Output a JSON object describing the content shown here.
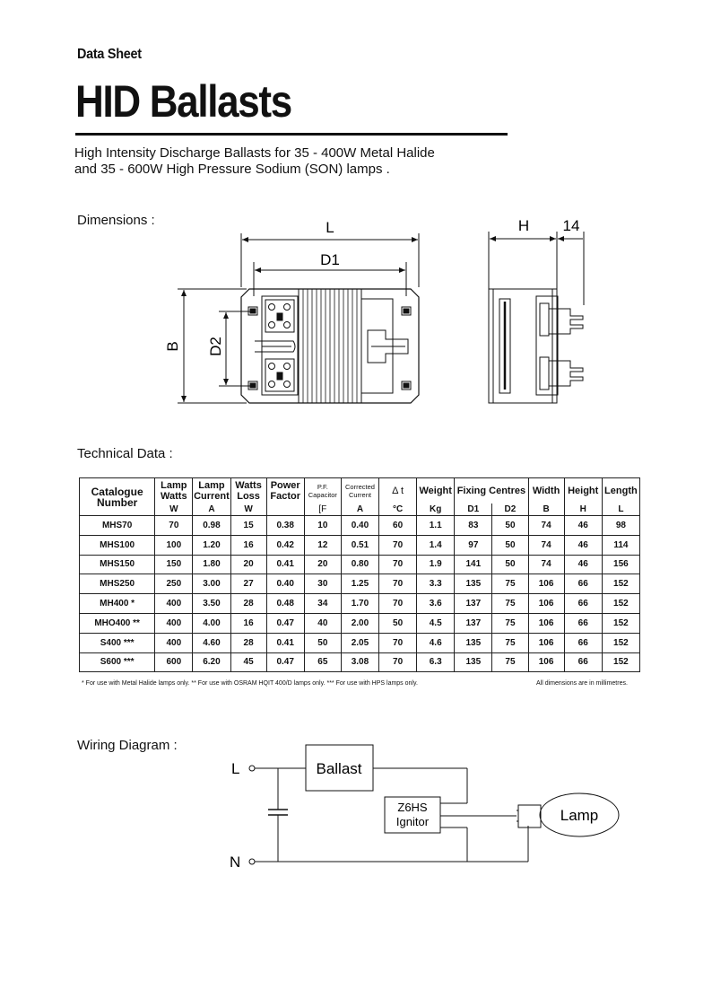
{
  "header": {
    "label": "Data Sheet",
    "title": "HID Ballasts",
    "subtitle_line1": "High Intensity Discharge Ballasts for 35 - 400W Metal Halide",
    "subtitle_line2": "and 35 - 600W  High Pressure Sodium (SON) lamps ."
  },
  "dimensions": {
    "heading": "Dimensions :",
    "labels": {
      "L": "L",
      "D1": "D1",
      "B": "B",
      "D2": "D2",
      "H": "H",
      "W14": "14"
    }
  },
  "technical": {
    "heading": "Technical Data :",
    "headers": {
      "catalogue": "Catalogue Number",
      "lamp_watts": "Lamp Watts",
      "lamp_current": "Lamp Current",
      "watts_loss": "Watts Loss",
      "power_factor": "Power Factor",
      "pf_capacitor": "P.F. Capacitor",
      "corrected_current": "Corrected Current",
      "delta_t": "Δ t",
      "weight": "Weight",
      "fixing_centres": "Fixing Centres",
      "width": "Width",
      "height": "Height",
      "length": "Length"
    },
    "units": {
      "lamp_watts": "W",
      "lamp_current": "A",
      "watts_loss": "W",
      "power_factor": "",
      "pf_capacitor": "[F",
      "corrected_current": "A",
      "delta_t": "°C",
      "weight": "Kg",
      "d1": "D1",
      "d2": "D2",
      "width": "B",
      "height": "H",
      "length": "L"
    },
    "rows": [
      [
        "MHS70",
        "70",
        "0.98",
        "15",
        "0.38",
        "10",
        "0.40",
        "60",
        "1.1",
        "83",
        "50",
        "74",
        "46",
        "98"
      ],
      [
        "MHS100",
        "100",
        "1.20",
        "16",
        "0.42",
        "12",
        "0.51",
        "70",
        "1.4",
        "97",
        "50",
        "74",
        "46",
        "114"
      ],
      [
        "MHS150",
        "150",
        "1.80",
        "20",
        "0.41",
        "20",
        "0.80",
        "70",
        "1.9",
        "141",
        "50",
        "74",
        "46",
        "156"
      ],
      [
        "MHS250",
        "250",
        "3.00",
        "27",
        "0.40",
        "30",
        "1.25",
        "70",
        "3.3",
        "135",
        "75",
        "106",
        "66",
        "152"
      ],
      [
        "MH400 *",
        "400",
        "3.50",
        "28",
        "0.48",
        "34",
        "1.70",
        "70",
        "3.6",
        "137",
        "75",
        "106",
        "66",
        "152"
      ],
      [
        "MHO400 **",
        "400",
        "4.00",
        "16",
        "0.47",
        "40",
        "2.00",
        "50",
        "4.5",
        "137",
        "75",
        "106",
        "66",
        "152"
      ],
      [
        "S400 ***",
        "400",
        "4.60",
        "28",
        "0.41",
        "50",
        "2.05",
        "70",
        "4.6",
        "135",
        "75",
        "106",
        "66",
        "152"
      ],
      [
        "S600 ***",
        "600",
        "6.20",
        "45",
        "0.47",
        "65",
        "3.08",
        "70",
        "6.3",
        "135",
        "75",
        "106",
        "66",
        "152"
      ]
    ],
    "footnote_left": "* For use with Metal Halide lamps only.   ** For use with OSRAM HQIT 400/D lamps only.   *** For use with HPS lamps only.",
    "footnote_right": "All dimensions are in millimetres."
  },
  "wiring": {
    "heading": "Wiring Diagram :",
    "terminal_l": "L",
    "terminal_n": "N",
    "ballast": "Ballast",
    "ignitor_line1": "Z6HS",
    "ignitor_line2": "Ignitor",
    "lamp": "Lamp"
  }
}
